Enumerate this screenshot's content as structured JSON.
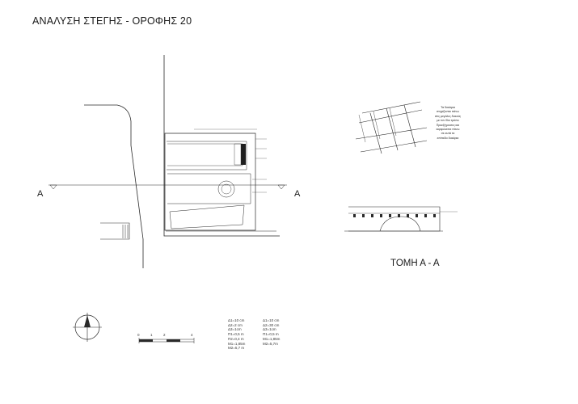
{
  "drawing": {
    "title": "ΑΝΑΛΥΣΗ ΣΤΕΓΗΣ - ΟΡΟΦΗΣ 20",
    "section_marker_left": "A",
    "section_marker_right": "A",
    "section_title": "ΤΟΜΗ Α - Α"
  },
  "detail_note": {
    "lines": [
      "Τα δοκάρια",
      "στηρίζονται πάνω",
      "στις μεγάλες δοκούς",
      "με τον ίδιο τρόπο",
      "Προεξέχουσες και",
      "καρφώνεται πάνω",
      "σε αυτά τα",
      "επίπεδα δοκάρια"
    ]
  },
  "scale_bar": {
    "labels": [
      "0",
      "1",
      "2",
      "4"
    ]
  },
  "specs": {
    "left": [
      "Δ1=10 cm",
      "Δ2=2 cm",
      "Δ3=1cm",
      "Π1=0,5 m",
      "Π2=0,4 m",
      "Μ1=1,85m",
      "Μ2=5,7 m"
    ],
    "right": [
      "Δ1=10 cm",
      "Δ2=30 cm",
      "Δ3=1cm",
      "Π1=0,5 m",
      "Μ1=1,85m",
      "Μ2=5,7m"
    ]
  }
}
